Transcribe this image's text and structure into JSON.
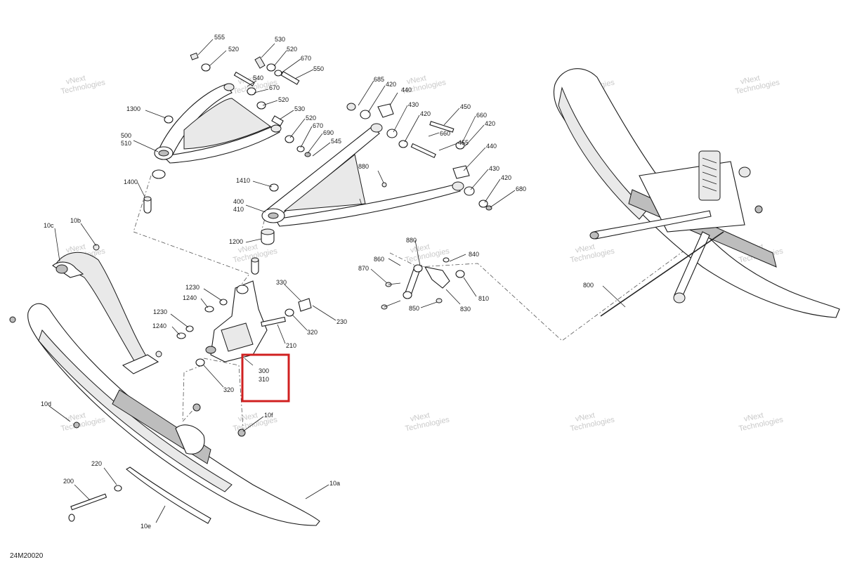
{
  "drawing_code": "24M20020",
  "watermark_lines": [
    "vNext",
    "Technologies"
  ],
  "highlight_color": "#d02020",
  "callouts": [
    {
      "id": "c555",
      "label": "555"
    },
    {
      "id": "c520a",
      "label": "520"
    },
    {
      "id": "c530a",
      "label": "530"
    },
    {
      "id": "c520b",
      "label": "520"
    },
    {
      "id": "c670a",
      "label": "670"
    },
    {
      "id": "c550",
      "label": "550"
    },
    {
      "id": "c540",
      "label": "540"
    },
    {
      "id": "c670b",
      "label": "670"
    },
    {
      "id": "c520c",
      "label": "520"
    },
    {
      "id": "c530b",
      "label": "530"
    },
    {
      "id": "c520d",
      "label": "520"
    },
    {
      "id": "c670c",
      "label": "670"
    },
    {
      "id": "c690",
      "label": "690"
    },
    {
      "id": "c545",
      "label": "545"
    },
    {
      "id": "c1300",
      "label": "1300"
    },
    {
      "id": "c500",
      "label": "500"
    },
    {
      "id": "c510",
      "label": "510"
    },
    {
      "id": "c1400",
      "label": "1400"
    },
    {
      "id": "c685",
      "label": "685"
    },
    {
      "id": "c420a",
      "label": "420"
    },
    {
      "id": "c440a",
      "label": "440"
    },
    {
      "id": "c430a",
      "label": "430"
    },
    {
      "id": "c420b",
      "label": "420"
    },
    {
      "id": "c450",
      "label": "450"
    },
    {
      "id": "c660a",
      "label": "660"
    },
    {
      "id": "c660b",
      "label": "660"
    },
    {
      "id": "c420c",
      "label": "420"
    },
    {
      "id": "c455",
      "label": "455"
    },
    {
      "id": "c440b",
      "label": "440"
    },
    {
      "id": "c880a",
      "label": "880"
    },
    {
      "id": "c430b",
      "label": "430"
    },
    {
      "id": "c420d",
      "label": "420"
    },
    {
      "id": "c680",
      "label": "680"
    },
    {
      "id": "c1410",
      "label": "1410"
    },
    {
      "id": "c400",
      "label": "400"
    },
    {
      "id": "c410",
      "label": "410"
    },
    {
      "id": "c1200",
      "label": "1200"
    },
    {
      "id": "c10c",
      "label": "10c"
    },
    {
      "id": "c10b",
      "label": "10b"
    },
    {
      "id": "c880b",
      "label": "880"
    },
    {
      "id": "c860",
      "label": "860"
    },
    {
      "id": "c840",
      "label": "840"
    },
    {
      "id": "c870",
      "label": "870"
    },
    {
      "id": "c810",
      "label": "810"
    },
    {
      "id": "c850",
      "label": "850"
    },
    {
      "id": "c830",
      "label": "830"
    },
    {
      "id": "c1230a",
      "label": "1230"
    },
    {
      "id": "c1240a",
      "label": "1240"
    },
    {
      "id": "c330",
      "label": "330"
    },
    {
      "id": "c1230b",
      "label": "1230"
    },
    {
      "id": "c1240b",
      "label": "1240"
    },
    {
      "id": "c230",
      "label": "230"
    },
    {
      "id": "c320a",
      "label": "320"
    },
    {
      "id": "c210",
      "label": "210"
    },
    {
      "id": "c300",
      "label": "300"
    },
    {
      "id": "c310",
      "label": "310"
    },
    {
      "id": "c320b",
      "label": "320"
    },
    {
      "id": "c10d",
      "label": "10d"
    },
    {
      "id": "c10f",
      "label": "10f"
    },
    {
      "id": "c220",
      "label": "220"
    },
    {
      "id": "c200",
      "label": "200"
    },
    {
      "id": "c10a",
      "label": "10a"
    },
    {
      "id": "c10e",
      "label": "10e"
    },
    {
      "id": "c800",
      "label": "800"
    }
  ]
}
